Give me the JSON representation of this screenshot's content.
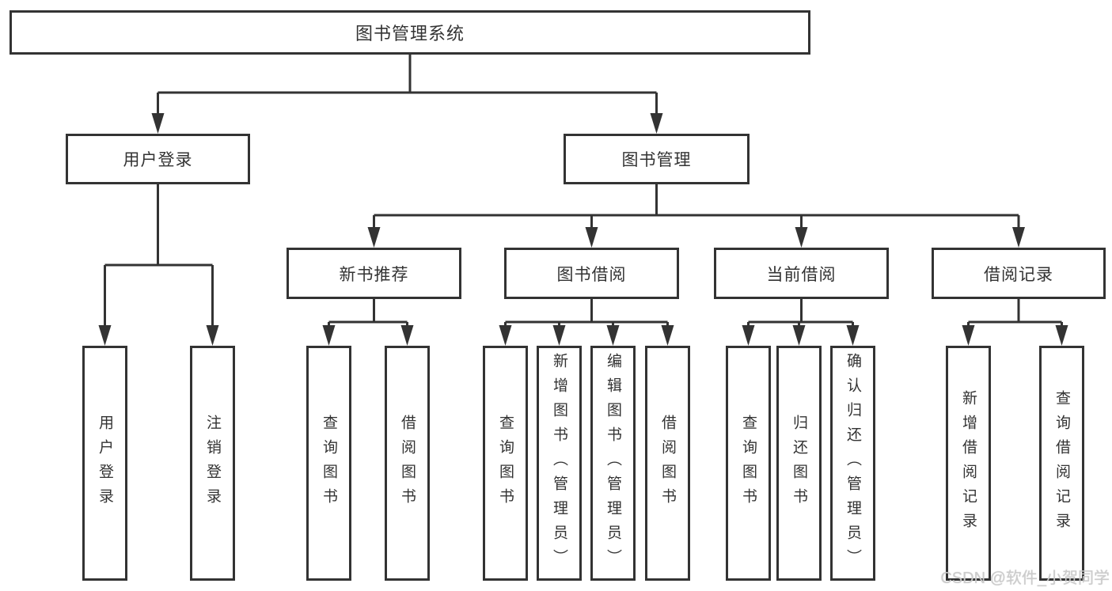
{
  "colors": {
    "line": "#333333",
    "box_border": "#333333",
    "box_background": "#ffffff",
    "text": "#333333",
    "watermark": "#cbcbcb"
  },
  "watermark": {
    "text": "CSDN @软件_小贺同学"
  },
  "tree": {
    "root": {
      "label": "图书管理系统"
    },
    "level2": [
      {
        "label": "用户登录"
      },
      {
        "label": "图书管理"
      }
    ],
    "level3": [
      {
        "label": "新书推荐"
      },
      {
        "label": "图书借阅"
      },
      {
        "label": "当前借阅"
      },
      {
        "label": "借阅记录"
      }
    ],
    "leaves": {
      "user": [
        "用户登录",
        "注销登录"
      ],
      "recommend": [
        "查询图书",
        "借阅图书"
      ],
      "borrow": [
        "查询图书",
        "新增图书（管理员）",
        "编辑图书（管理员）",
        "借阅图书"
      ],
      "current": [
        "查询图书",
        "归还图书",
        "确认归还（管理员）"
      ],
      "records": [
        "新增借阅记录",
        "查询借阅记录"
      ]
    }
  }
}
